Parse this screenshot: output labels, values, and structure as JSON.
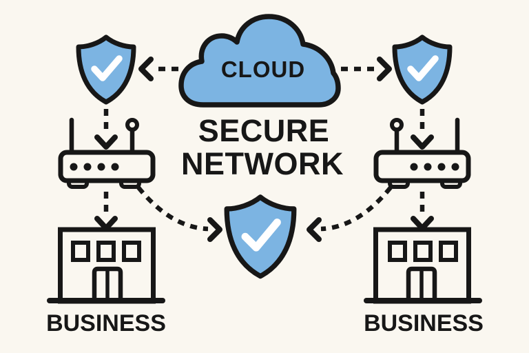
{
  "title": {
    "line1": "SECURE",
    "line2": "NETWORK"
  },
  "cloud": {
    "label": "CLOUD"
  },
  "sites": {
    "left_label": "BUSINESS",
    "right_label": "BUSINESS"
  },
  "colors": {
    "background": "#FAF7F0",
    "blue": "#7CB4E2",
    "ink": "#171717",
    "checkmark": "#FFFFFF"
  }
}
